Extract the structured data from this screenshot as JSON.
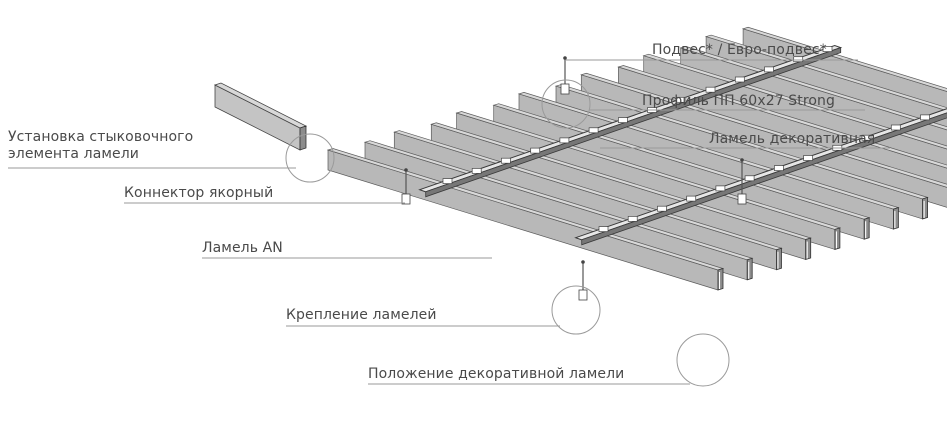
{
  "labels": {
    "suspension": "Подвес* / Евро-подвес*",
    "profile": "Профиль ПП 60x27 Strong",
    "lamel_decor": "Ламель декоративная",
    "joint_line1": "Установка стыковочного",
    "joint_line2": "элемента ламели",
    "connector": "Коннектор якорный",
    "lamel_an": "Ламель AN",
    "fastening": "Крепление ламелей",
    "position": "Положение декоративной ламели"
  },
  "colors": {
    "line": "#9a9a9a",
    "slat_top": "#d8d8d8",
    "slat_face": "#8c8c8c",
    "slat_dark": "#5a5a5a",
    "text": "#4a4a4a"
  }
}
